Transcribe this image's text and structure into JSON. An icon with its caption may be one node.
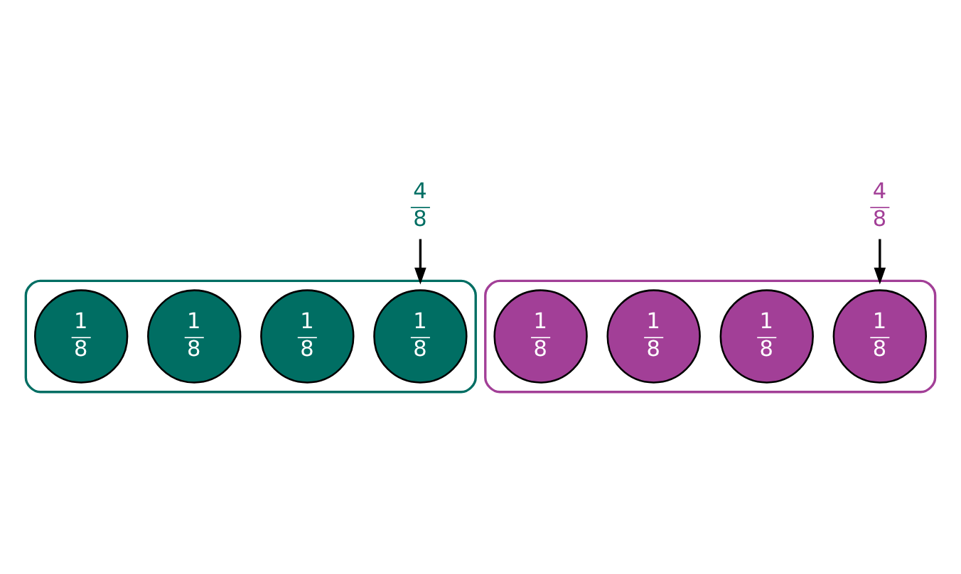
{
  "diagram": {
    "nodes": [
      {
        "text": [],
        "shape": "ellipse"
      },
      {
        "text": [
          "1",
          "8"
        ],
        "in": 0
      },
      {
        "text": [
          "1",
          "8"
        ],
        "in": 0
      },
      {
        "text": [
          "1",
          "8"
        ],
        "in": 0
      },
      {
        "text": [
          "1",
          "8"
        ],
        "in": 0
      },
      {
        "text": [],
        "shape": "ellipse"
      },
      {
        "text": [
          "1",
          "8"
        ],
        "in": 5
      },
      {
        "text": [
          "1",
          "8"
        ],
        "in": 5
      },
      {
        "text": [
          "1",
          "8"
        ],
        "in": 5
      },
      {
        "text": [
          "1",
          "8"
        ],
        "in": 5
      },
      {
        "text": [
          "4",
          "8"
        ]
      },
      {
        "text": [
          "4",
          "8"
        ]
      }
    ],
    "edges": [
      {
        "from": 10,
        "to": 0,
        "arrow": "to"
      },
      {
        "from": 11,
        "to": 5,
        "arrow": "to"
      }
    ]
  }
}
